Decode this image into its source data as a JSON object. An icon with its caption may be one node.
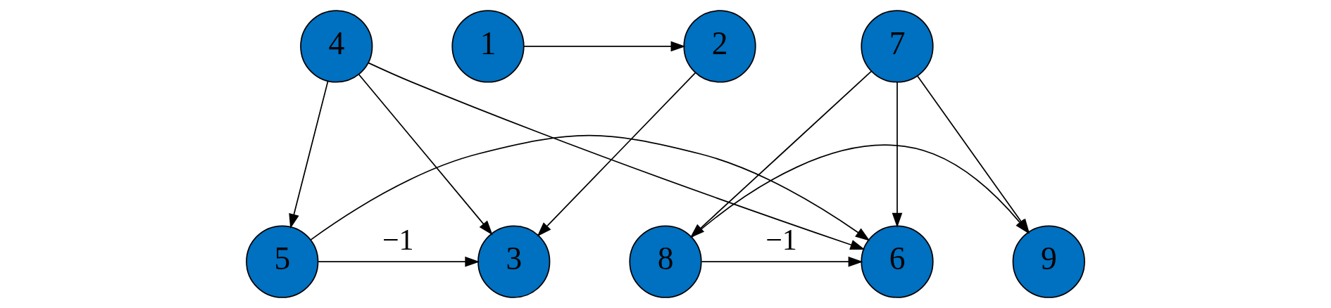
{
  "diagram": {
    "nodes": [
      {
        "text": [
          "1"
        ]
      },
      {
        "text": [
          "2"
        ]
      },
      {
        "text": [
          "3"
        ]
      },
      {
        "text": [
          "4"
        ]
      },
      {
        "text": [
          "5"
        ]
      },
      {
        "text": [
          "6"
        ]
      },
      {
        "text": [
          "7"
        ]
      },
      {
        "text": [
          "8"
        ]
      },
      {
        "text": [
          "9"
        ]
      }
    ],
    "edges": [
      {
        "from": 0,
        "to": 1,
        "arrow": "to"
      },
      {
        "from": 1,
        "to": 2,
        "arrow": "to"
      },
      {
        "from": 3,
        "to": 2,
        "arrow": "to"
      },
      {
        "from": 3,
        "to": 4,
        "arrow": "to"
      },
      {
        "from": 3,
        "to": 5,
        "arrow": "to"
      },
      {
        "from": 4,
        "to": 2,
        "arrow": "to",
        "label": "−1"
      },
      {
        "from": 4,
        "to": 5,
        "arrow": "to"
      },
      {
        "from": 6,
        "to": 5,
        "arrow": "to"
      },
      {
        "from": 6,
        "to": 7,
        "arrow": "to"
      },
      {
        "from": 6,
        "to": 8,
        "arrow": "to"
      },
      {
        "from": 7,
        "to": 5,
        "arrow": "to",
        "label": "−1"
      },
      {
        "from": 7,
        "to": 8,
        "arrow": "to"
      }
    ]
  }
}
